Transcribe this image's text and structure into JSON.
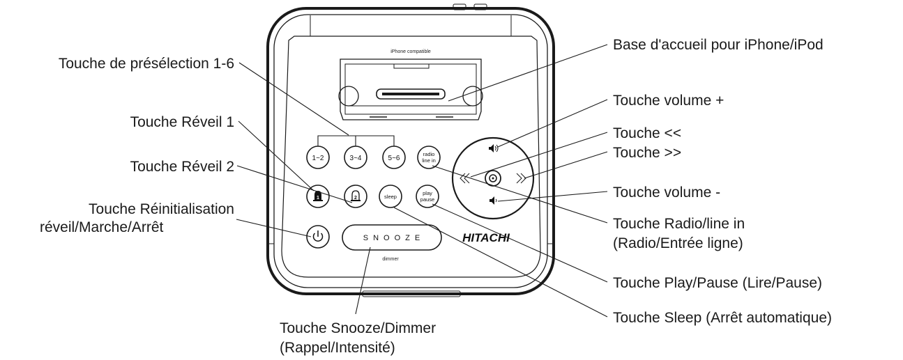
{
  "device": {
    "dock_caption": "iPhone compatible",
    "buttons": {
      "preset_1": "1~2",
      "preset_2": "3~4",
      "preset_3": "5~6",
      "radio_line_1": "radio",
      "radio_line_2": "line in",
      "sleep": "sleep",
      "play_1": "play",
      "play_2": "pause",
      "snooze": "SNOOZE",
      "dimmer": "dimmer"
    },
    "brand": "HITACHI"
  },
  "callouts": {
    "preset": "Touche de présélection 1-6",
    "alarm1": "Touche Réveil 1",
    "alarm2": "Touche Réveil 2",
    "reset_line1": "Touche Réinitialisation",
    "reset_line2": "réveil/Marche/Arrêt",
    "dock": "Base d'accueil pour iPhone/iPod",
    "vol_up": "Touche volume +",
    "rewind": "Touche <<",
    "forward": "Touche >>",
    "vol_down": "Touche volume -",
    "radio_line1": "Touche Radio/line in",
    "radio_line2": "(Radio/Entrée ligne)",
    "play_pause": "Touche Play/Pause (Lire/Pause)",
    "sleep": "Touche Sleep (Arrêt automatique)",
    "snooze_line1": "Touche Snooze/Dimmer",
    "snooze_line2": "(Rappel/Intensité)"
  }
}
